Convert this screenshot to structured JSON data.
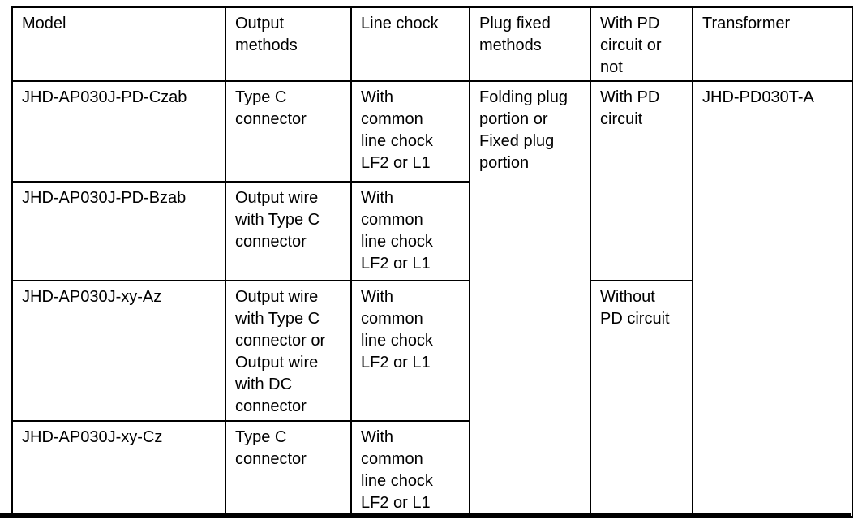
{
  "table": {
    "headers": [
      "Model",
      "Output\nmethods",
      "Line chock",
      "Plug fixed\nmethods",
      "With PD\ncircuit or\nnot",
      "Transformer"
    ],
    "rows": [
      {
        "model": "JHD-AP030J-PD-Czab",
        "output": "Type C\nconnector",
        "chock": "With\ncommon\nline chock\nLF2 or L1"
      },
      {
        "model": "JHD-AP030J-PD-Bzab",
        "output": "Output wire\nwith Type C\nconnector",
        "chock": "With\ncommon\nline chock\nLF2 or L1"
      },
      {
        "model": "JHD-AP030J-xy-Az",
        "output": "Output wire\nwith Type C\nconnector or\nOutput wire\nwith DC\nconnector",
        "chock": "With\ncommon\nline chock\nLF2 or L1"
      },
      {
        "model": "JHD-AP030J-xy-Cz",
        "output": "Type C\nconnector",
        "chock": "With\ncommon\nline chock\nLF2 or L1"
      }
    ],
    "plug_fixed_methods": "Folding plug\nportion or\nFixed plug\nportion",
    "pd_with": "With PD\ncircuit",
    "pd_without": "Without\nPD circuit",
    "transformer": "JHD-PD030T-A",
    "colors": {
      "border": "#000000",
      "text": "#000000",
      "background": "#ffffff"
    }
  }
}
